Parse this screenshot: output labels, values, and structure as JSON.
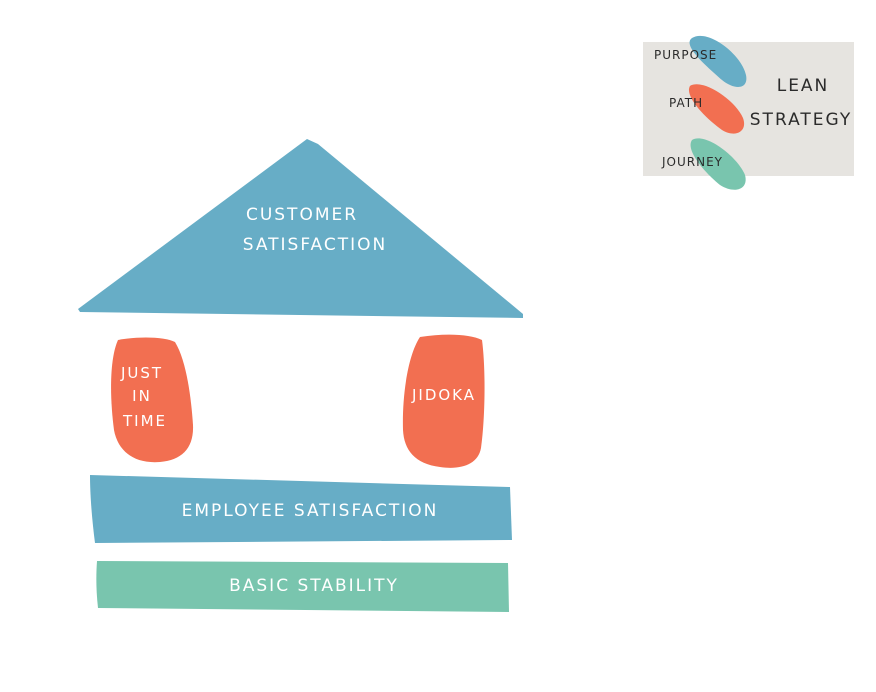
{
  "colors": {
    "background": "#ffffff",
    "blue": "#67adc6",
    "red": "#f26f51",
    "green": "#79c5ae",
    "legend_panel": "#e6e4e0",
    "white_text": "#ffffff",
    "dark_text": "#2b2b2b"
  },
  "house": {
    "roof": {
      "line1": "CUSTOMER",
      "line2": "SATISFACTION"
    },
    "pillars": {
      "left": {
        "line1": "JUST",
        "line2": "IN",
        "line3": "TIME"
      },
      "right": {
        "line1": "JIDOKA"
      }
    },
    "floor": {
      "label": "EMPLOYEE SATISFACTION"
    },
    "foundation": {
      "label": "BASIC STABILITY"
    }
  },
  "legend": {
    "items": [
      {
        "label": "PURPOSE",
        "color": "#67adc6"
      },
      {
        "label": "PATH",
        "color": "#f26f51"
      },
      {
        "label": "JOURNEY",
        "color": "#79c5ae"
      }
    ],
    "title_line1": "LEAN",
    "title_line2": "STRATEGY"
  }
}
